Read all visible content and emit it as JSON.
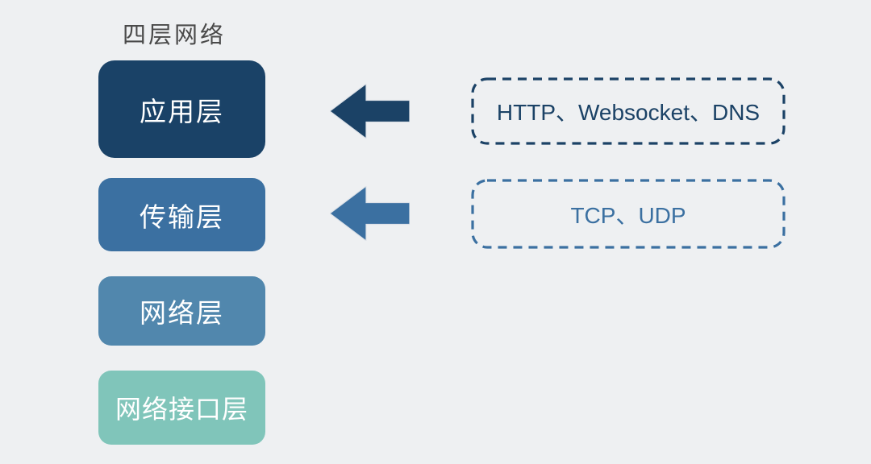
{
  "title": "四层网络",
  "colors": {
    "background": "#eef0f2",
    "title_text": "#4a4a4a",
    "box_text": "#ffffff",
    "layer1": "#1a4267",
    "layer2": "#3b70a1",
    "layer3": "#5187ad",
    "layer4": "#80c5ba",
    "protocol1": "#1b4266",
    "protocol2": "#3b70a1"
  },
  "layers": [
    {
      "label": "应用层"
    },
    {
      "label": "传输层"
    },
    {
      "label": "网络层"
    },
    {
      "label": "网络接口层"
    }
  ],
  "protocols": [
    {
      "label": "HTTP、Websocket、DNS",
      "points_to": "应用层"
    },
    {
      "label": "TCP、UDP",
      "points_to": "传输层"
    }
  ]
}
